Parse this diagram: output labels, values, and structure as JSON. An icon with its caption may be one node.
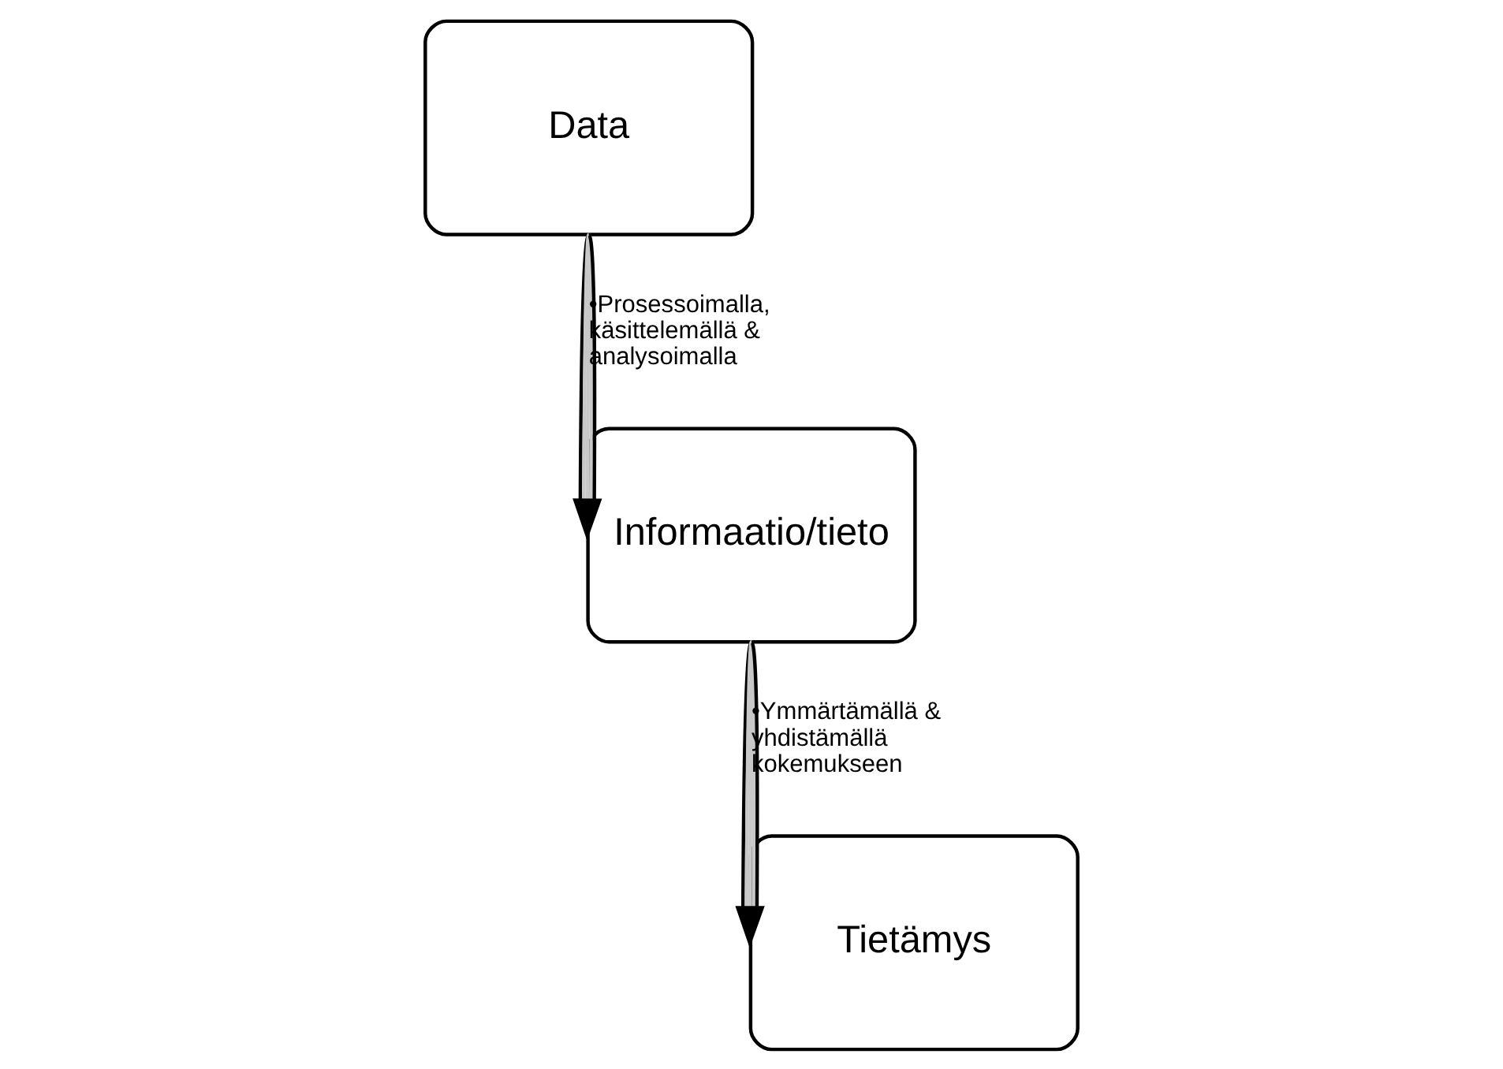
{
  "diagram": {
    "nodes": [
      {
        "text": [
          "Data"
        ]
      },
      {
        "text": [
          "Informaatio/tieto"
        ]
      },
      {
        "text": [
          "Tietämys"
        ]
      }
    ],
    "edges": [
      {
        "from": 0,
        "to": 1,
        "arrow": "to",
        "label": "•Prosessoimalla, käsittelemällä & analysoimalla"
      },
      {
        "from": 1,
        "to": 2,
        "arrow": "to",
        "label": "•Ymmärtämällä & yhdistämällä kokemukseen"
      }
    ]
  }
}
